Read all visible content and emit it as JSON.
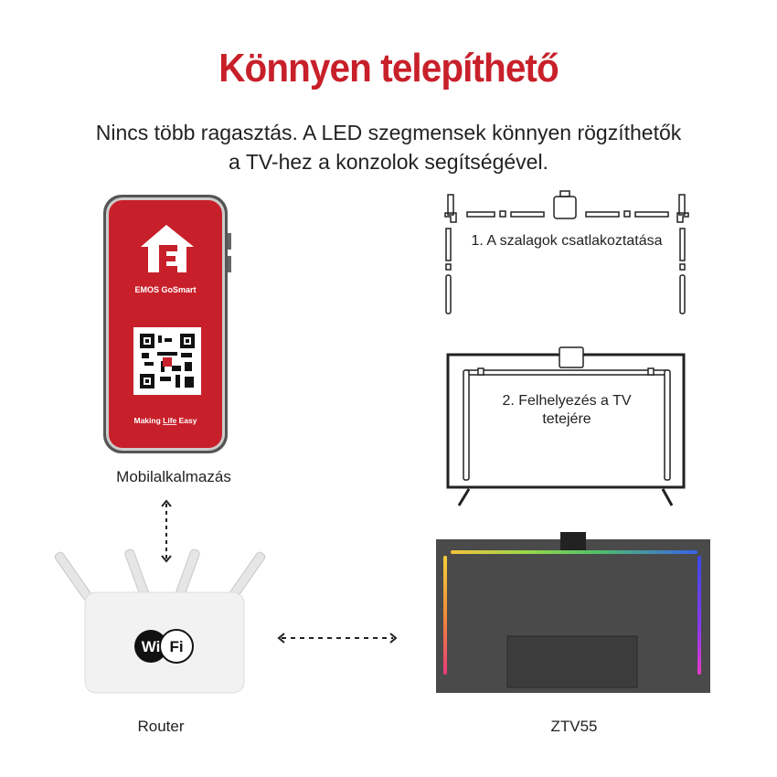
{
  "title": "Könnyen telepíthető",
  "subtitle": {
    "line1": "Nincs több ragasztás. A LED szegmensek könnyen rögzíthetők",
    "line2": "a TV-hez a konzolok segítségével."
  },
  "phone": {
    "app_name": "EMOS GoSmart",
    "slogan_pre": "Making ",
    "slogan_mid": "Life",
    "slogan_post": " Easy",
    "label": "Mobilalkalmazás"
  },
  "router": {
    "wifi_left": "Wi",
    "wifi_right": "Fi",
    "label": "Router"
  },
  "steps": [
    {
      "text": "1. A szalagok csatlakoztatása"
    },
    {
      "line1": "2. Felhelyezés a TV",
      "line2": "tetejére"
    }
  ],
  "tv": {
    "label": "ZTV55"
  },
  "colors": {
    "brand_red": "#c8202a",
    "text": "#222222"
  }
}
